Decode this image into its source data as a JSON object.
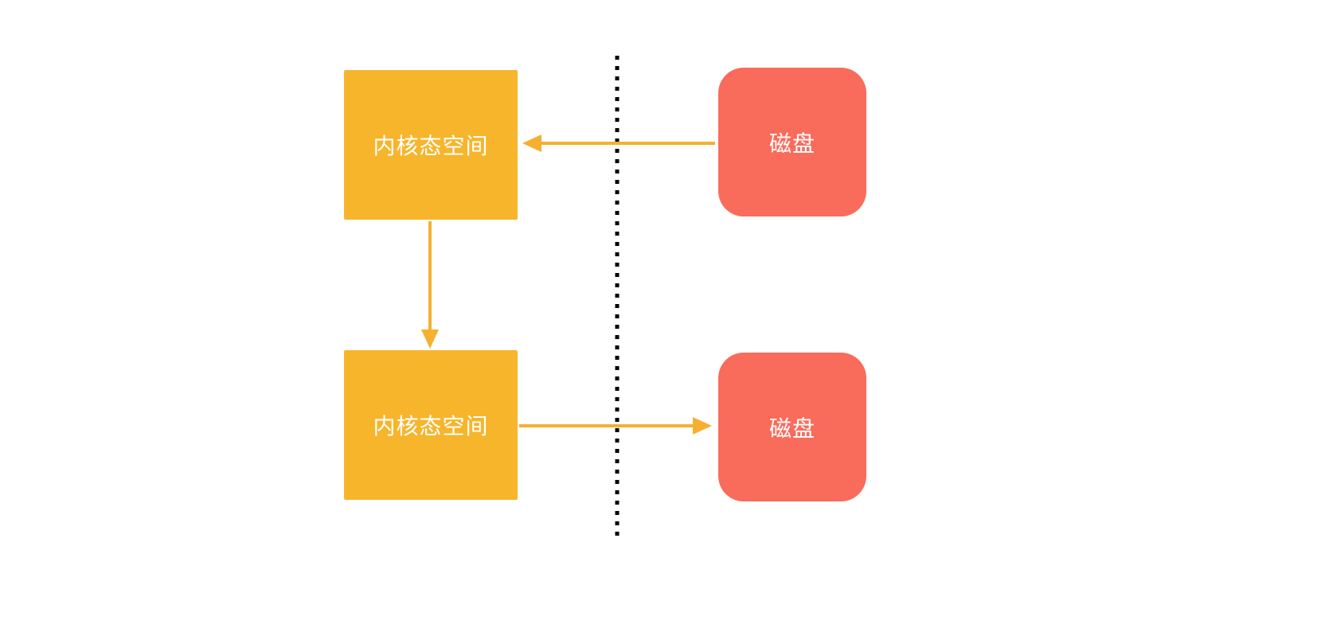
{
  "diagram": {
    "title": "",
    "nodes": [
      {
        "id": "kernel-top",
        "label": "内核态空间",
        "shape": "rect",
        "side": "left-of-divider"
      },
      {
        "id": "disk-top",
        "label": "磁盘",
        "shape": "rounded-rect",
        "side": "right-of-divider"
      },
      {
        "id": "kernel-bottom",
        "label": "内核态空间",
        "shape": "rect",
        "side": "left-of-divider"
      },
      {
        "id": "disk-bottom",
        "label": "磁盘",
        "shape": "rounded-rect",
        "side": "right-of-divider"
      }
    ],
    "edges": [
      {
        "from": "disk-top",
        "to": "kernel-top",
        "direction": "left",
        "style": "solid-arrow"
      },
      {
        "from": "kernel-top",
        "to": "kernel-bottom",
        "direction": "down",
        "style": "solid-arrow"
      },
      {
        "from": "kernel-bottom",
        "to": "disk-bottom",
        "direction": "right",
        "style": "solid-arrow"
      }
    ],
    "divider": {
      "orientation": "vertical",
      "style": "dotted"
    }
  },
  "colors": {
    "kernel-box": "#F7B52C",
    "disk-box": "#F96B5B",
    "arrow": "#F5B031",
    "divider": "#000000",
    "label-text": "#FFFFFF"
  }
}
